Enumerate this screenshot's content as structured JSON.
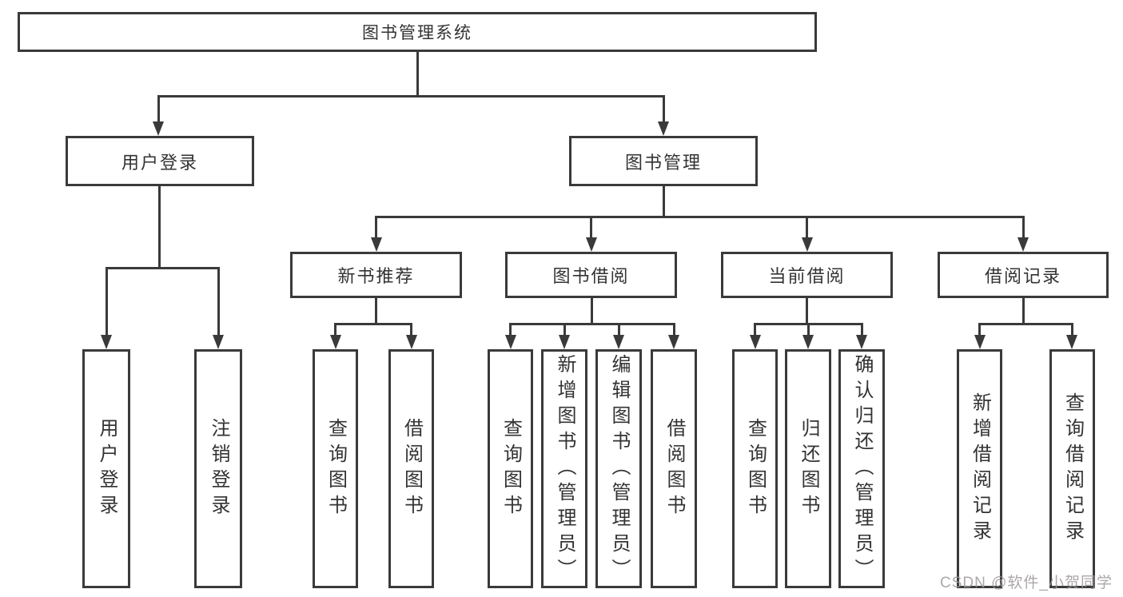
{
  "tree": {
    "root": {
      "label": "图书管理系统",
      "children": [
        {
          "label": "用户登录",
          "children": [
            {
              "label": "用户登录"
            },
            {
              "label": "注销登录"
            }
          ]
        },
        {
          "label": "图书管理",
          "children": [
            {
              "label": "新书推荐",
              "children": [
                {
                  "label": "查询图书"
                },
                {
                  "label": "借阅图书"
                }
              ]
            },
            {
              "label": "图书借阅",
              "children": [
                {
                  "label": "查询图书"
                },
                {
                  "label": "新增图书（管理员）"
                },
                {
                  "label": "编辑图书（管理员）"
                },
                {
                  "label": "借阅图书"
                }
              ]
            },
            {
              "label": "当前借阅",
              "children": [
                {
                  "label": "查询图书"
                },
                {
                  "label": "归还图书"
                },
                {
                  "label": "确认归还（管理员）"
                }
              ]
            },
            {
              "label": "借阅记录",
              "children": [
                {
                  "label": "新增借阅记录"
                },
                {
                  "label": "查询借阅记录"
                }
              ]
            }
          ]
        }
      ]
    }
  },
  "watermark": {
    "text": "CSDN @软件_小贺同学"
  },
  "colors": {
    "line": "#3a3a3a",
    "text": "#333333",
    "background": "#ffffff",
    "watermark": "#9e9898"
  }
}
